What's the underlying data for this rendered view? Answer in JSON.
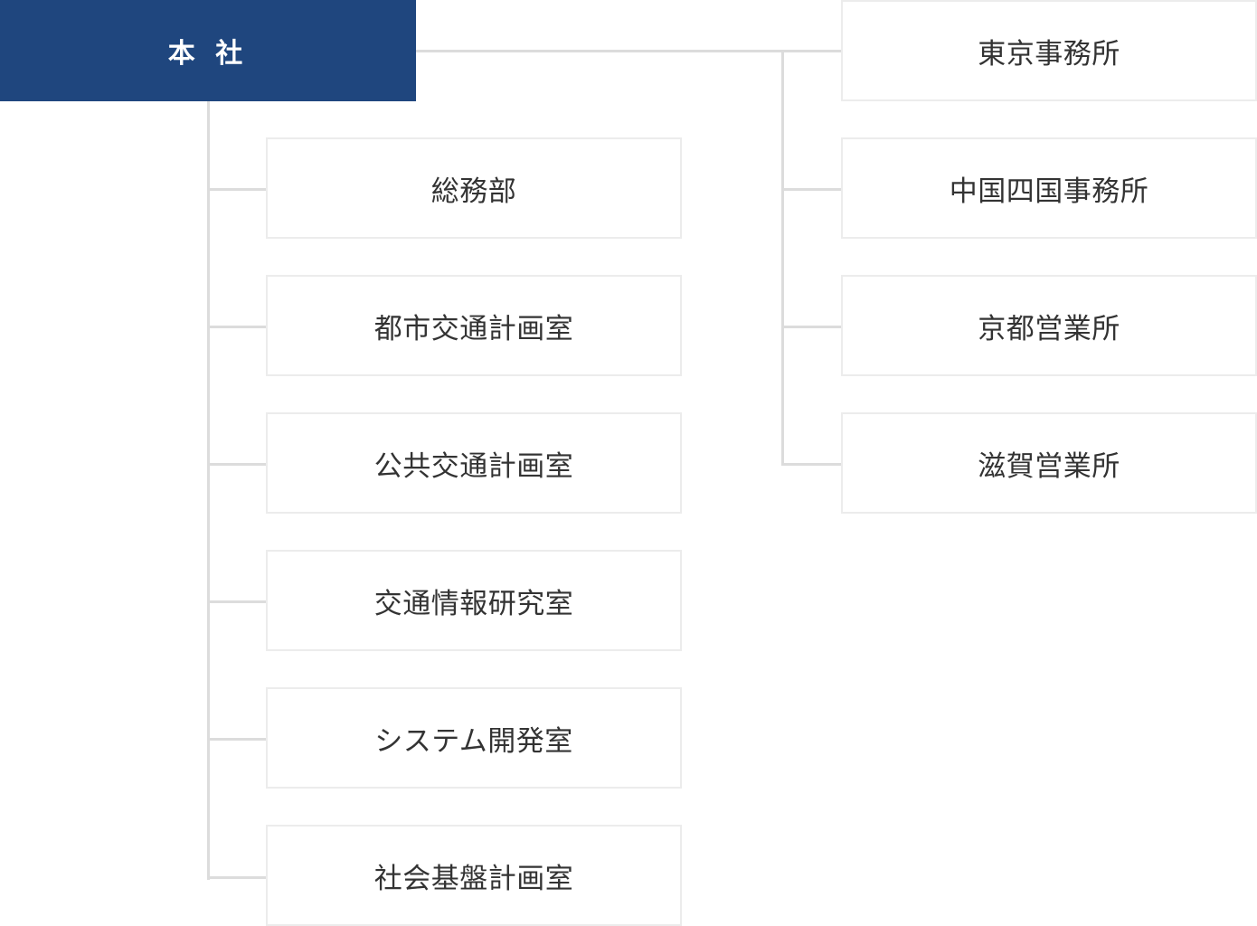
{
  "head": {
    "label": "本 社",
    "color": "#1f467e"
  },
  "departments": [
    {
      "label": "総務部"
    },
    {
      "label": "都市交通計画室"
    },
    {
      "label": "公共交通計画室"
    },
    {
      "label": "交通情報研究室"
    },
    {
      "label": "システム開発室"
    },
    {
      "label": "社会基盤計画室"
    }
  ],
  "offices": [
    {
      "label": "東京事務所"
    },
    {
      "label": "中国四国事務所"
    },
    {
      "label": "京都営業所"
    },
    {
      "label": "滋賀営業所"
    }
  ]
}
